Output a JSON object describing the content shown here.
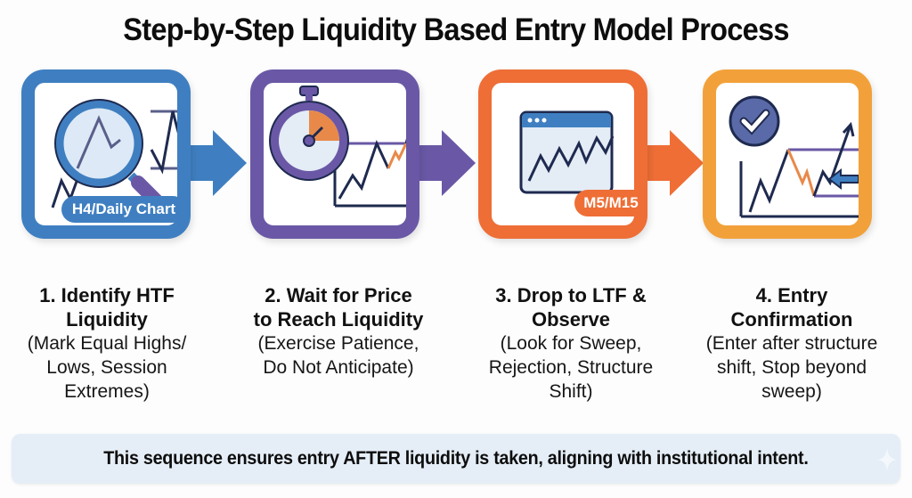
{
  "title": "Step-by-Step Liquidity Based Entry Model Process",
  "colors": {
    "step1": "#3f7fc1",
    "step2": "#6a58a6",
    "step3": "#ee6e36",
    "step4": "#f2a13a",
    "chart_line": "#1e2a4f",
    "highlight": "#e8894a",
    "footer_bg": "#e5eef7"
  },
  "steps": [
    {
      "number": "1",
      "icon": "magnifier-chart-icon",
      "badge": "H4/Daily Chart",
      "heading_line1": "1. Identify HTF",
      "heading_line2": "Liquidity",
      "desc_line1": "(Mark Equal Highs/",
      "desc_line2": "Lows, Session",
      "desc_line3": "Extremes)"
    },
    {
      "number": "2",
      "icon": "stopwatch-chart-icon",
      "heading_line1": "2. Wait for Price",
      "heading_line2": "to Reach Liquidity",
      "desc_line1": "(Exercise Patience,",
      "desc_line2": "Do Not Anticipate)"
    },
    {
      "number": "3",
      "icon": "window-chart-icon",
      "badge": "M5/M15",
      "heading_line1": "3. Drop to LTF &",
      "heading_line2": "Observe",
      "desc_line1": "(Look for Sweep,",
      "desc_line2": "Rejection, Structure",
      "desc_line3": "Shift)"
    },
    {
      "number": "4",
      "icon": "checkmark-chart-icon",
      "heading_line1": "4. Entry",
      "heading_line2": "Confirmation",
      "desc_line1": "(Enter after structure",
      "desc_line2": "shift, Stop beyond",
      "desc_line3": "sweep)"
    }
  ],
  "footer": "This sequence ensures entry AFTER liquidity is taken, aligning with institutional intent."
}
